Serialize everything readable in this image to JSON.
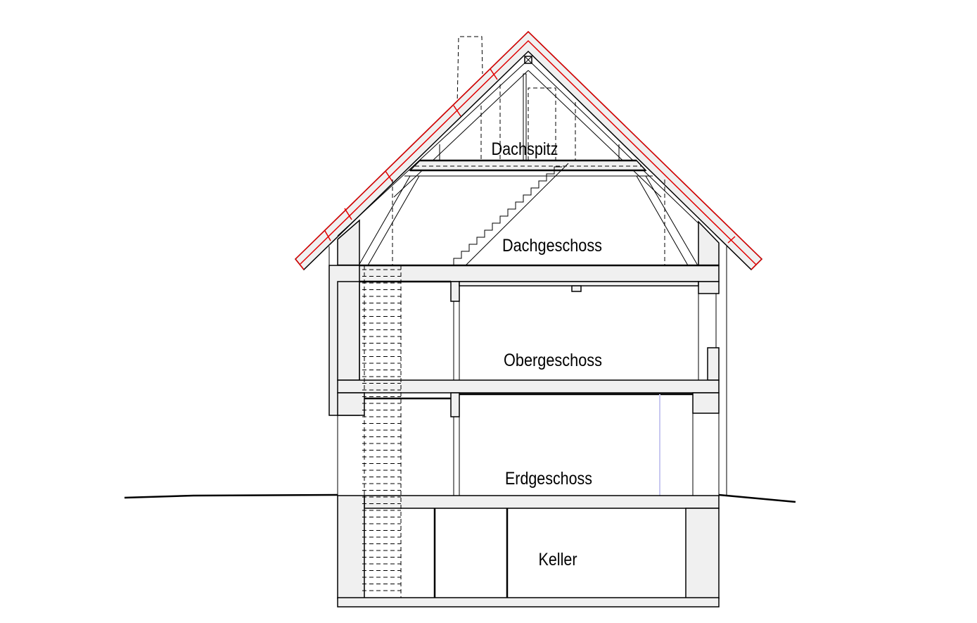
{
  "title": "Gebäudeschnitt",
  "floors": {
    "dachspitz": "Dachspitz",
    "dachgeschoss": "Dachgeschoss",
    "obergeschoss": "Obergeschoss",
    "erdgeschoss": "Erdgeschoss",
    "keller": "Keller"
  },
  "colors": {
    "roof_tiles": "#e00000",
    "section_fill": "#f0f0f0",
    "line": "#000000",
    "accent_line": "#c8c8f0"
  }
}
